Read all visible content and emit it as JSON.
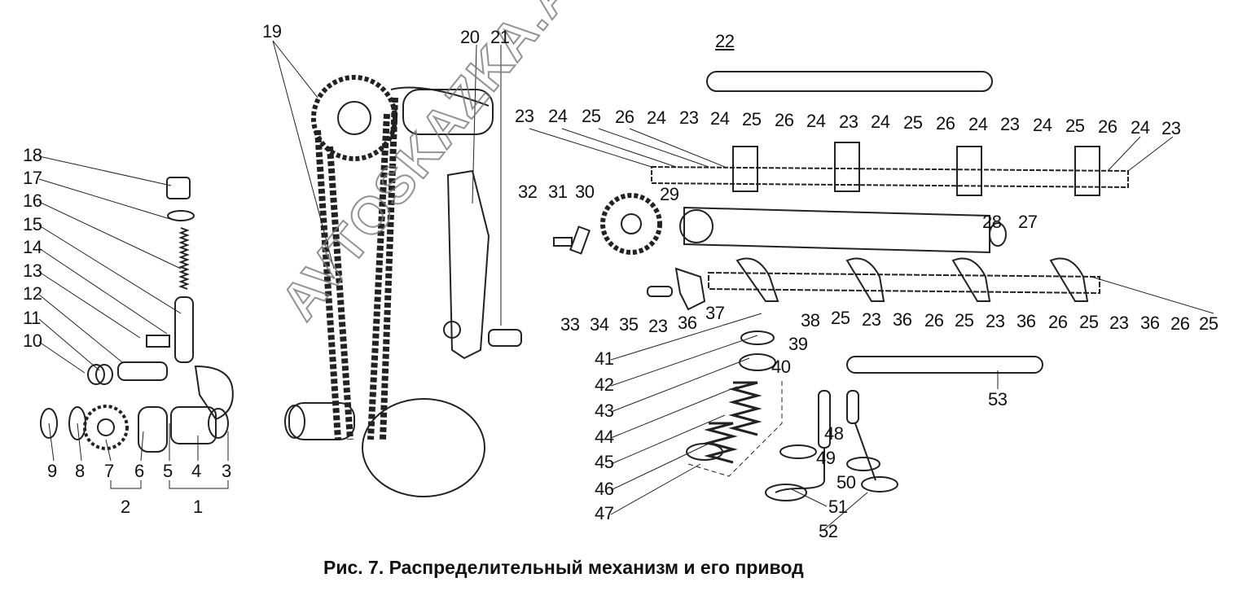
{
  "figure": {
    "caption": "Рис. 7. Распределительный механизм и его привод",
    "watermark": "AVTOSKAZKA.AUTO.ONLINE",
    "labels_left": [
      "18",
      "17",
      "16",
      "15",
      "14",
      "13",
      "12",
      "11",
      "10"
    ],
    "labels_left_bottom": [
      "9",
      "8",
      "7",
      "6",
      "5",
      "4",
      "3"
    ],
    "group_labels": [
      "2",
      "1"
    ],
    "labels_chain": [
      "19",
      "20",
      "21",
      "22"
    ],
    "labels_top_row": [
      "23",
      "24",
      "25",
      "26",
      "24",
      "23",
      "24",
      "25",
      "26",
      "24",
      "23",
      "24",
      "25",
      "26",
      "24",
      "23",
      "24",
      "25",
      "26",
      "24",
      "23"
    ],
    "labels_camshaft": [
      "32",
      "31",
      "30",
      "29",
      "28",
      "27"
    ],
    "labels_lower_row": [
      "33",
      "34",
      "35",
      "23",
      "36",
      "37",
      "38",
      "25",
      "23",
      "36",
      "26",
      "25",
      "23",
      "36",
      "26",
      "25",
      "23",
      "36",
      "26",
      "25"
    ],
    "labels_valve": [
      "39",
      "40",
      "41",
      "42",
      "43",
      "44",
      "45",
      "46",
      "47",
      "48",
      "49",
      "50",
      "51",
      "52",
      "53"
    ]
  }
}
